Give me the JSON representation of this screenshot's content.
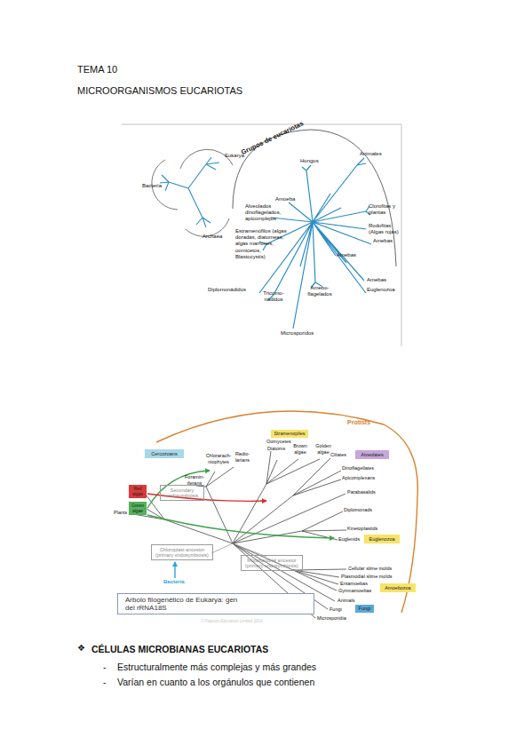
{
  "diagram": {
    "title": "TEMA 10",
    "nodes": [
      {
        "text": [
          "Stramenopiles"
        ]
      },
      {
        "text": [
          "Cercozoans"
        ]
      },
      {
        "text": [
          "Alveolates"
        ]
      },
      {
        "text": [
          "Red algae"
        ]
      },
      {
        "text": [
          "Secondary endosymbiosis"
        ]
      },
      {
        "text": [
          "Green algae"
        ]
      },
      {
        "text": [
          "Euglenozoa"
        ]
      },
      {
        "text": [
          "Chloroplast ancestor (primary endosymbiosis)"
        ]
      },
      {
        "text": [
          "Mitochondrial ancestor (primary endosymbiosis)"
        ]
      },
      {
        "text": [
          "Amoebozoa"
        ]
      },
      {
        "text": [
          "Fungi"
        ]
      },
      {
        "text": [
          "Arbolo filogenético de Eukarya: gen del rRNA18S"
        ]
      }
    ],
    "labels": [
      "MICROORGANISMOS EUCARIOTAS",
      "Eukarya",
      "Bacteria",
      "Archaea",
      "Grupos de eucariotas",
      "Hongos",
      "Animales",
      "Amoeba",
      "Alveolados dinoflagelados, apicomplejos",
      "Clorofitas y plantas",
      "Estramenófilos (algas doradas, diatomeas, algas marrones, oomicetos, Blastocystis)",
      "Rodofitas (Algas rojas)",
      "Amebas",
      "Amebas",
      "Amebas",
      "Euglenozoa",
      "Diplomonádidos",
      "Tricomo- nádidos",
      "Amebo- flagelados",
      "Microsporidos",
      "Protists",
      "Foramin- iferans",
      "Chlorarach- niophytes",
      "Radio- larians",
      "Oomycetes",
      "Diatoms",
      "Brown algae",
      "Golden algae",
      "Ciliates",
      "Dinoflagellates",
      "Apicomplexans",
      "Parabasalids",
      "Diplomonads",
      "Kinetoplastids",
      "Euglenids",
      "Cellular slime molds",
      "Plasmodial slime molds",
      "Entamoebas",
      "Gymnamoebas",
      "Animals",
      "Fungi",
      "Microsporidia",
      "Plants",
      "Bacteria",
      "© Pearson Education Limited 2019",
      "❖",
      "CÉLULAS MICROBIANAS EUCARIOTAS",
      "-",
      "Estructuralmente más complejas y más grandes",
      "-",
      "Varían en cuanto a los orgánulos que contienen"
    ]
  }
}
